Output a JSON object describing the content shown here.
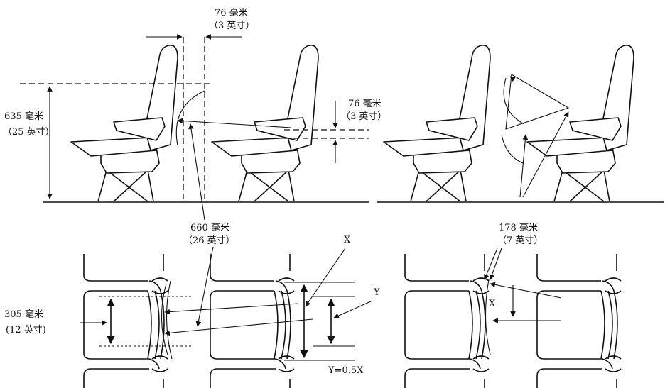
{
  "labels": {
    "h_clear": "76 毫米",
    "h_clear_in": "（3 英寸）",
    "height": "635 毫米",
    "height_in": "（25 英寸）",
    "v_clear": "76 毫米",
    "v_clear_in": "（3 英寸）",
    "pitch": "660 毫米",
    "pitch_in": "（26 英寸）",
    "width": "305 毫米",
    "width_in": "(12 英寸)",
    "x_mark": "X",
    "y_mark": "Y",
    "relation": "Y=0.5X",
    "gap": "178 毫米",
    "gap_in": "（7 英寸）",
    "x_small": "X"
  },
  "colors": {
    "ink": "#111111",
    "background": "#ffffff"
  }
}
